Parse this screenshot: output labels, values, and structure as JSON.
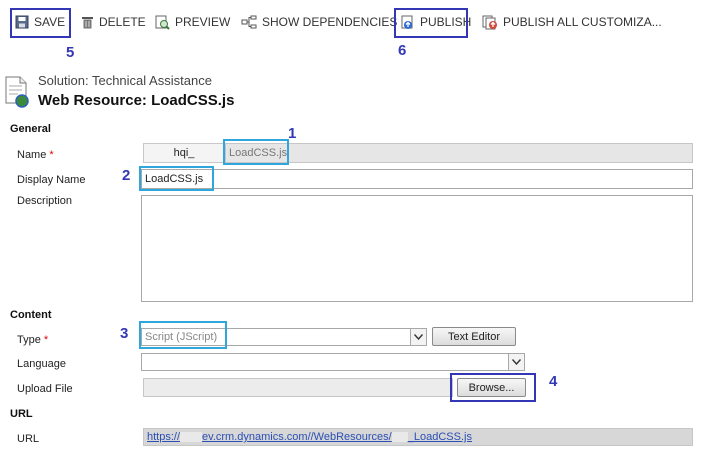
{
  "toolbar": {
    "save": "SAVE",
    "delete": "DELETE",
    "preview": "PREVIEW",
    "show_dependencies": "SHOW DEPENDENCIES",
    "publish": "PUBLISH",
    "publish_all": "PUBLISH ALL CUSTOMIZA..."
  },
  "annotations": {
    "n1": "1",
    "n2": "2",
    "n3": "3",
    "n4": "4",
    "n5": "5",
    "n6": "6"
  },
  "header": {
    "solution": "Solution: Technical Assistance",
    "title": "Web Resource: LoadCSS.js"
  },
  "general": {
    "section": "General",
    "name_label": "Name",
    "name_prefix": "hqi_",
    "name_value": "LoadCSS.js",
    "display_name_label": "Display Name",
    "display_name_value": "LoadCSS.js",
    "description_label": "Description",
    "description_value": ""
  },
  "content": {
    "section": "Content",
    "type_label": "Type",
    "type_value": "Script (JScript)",
    "text_editor": "Text Editor",
    "language_label": "Language",
    "language_value": "",
    "upload_label": "Upload File",
    "browse": "Browse..."
  },
  "url_section": {
    "section": "URL",
    "label": "URL",
    "value_a": "https://",
    "value_b": "ev.crm.dynamics.com//WebResources/",
    "value_c": "_LoadCSS.js"
  },
  "colors": {
    "annotation_blue": "#3336b5",
    "annotation_cyan": "#2fa6dc",
    "required": "#d00000"
  }
}
